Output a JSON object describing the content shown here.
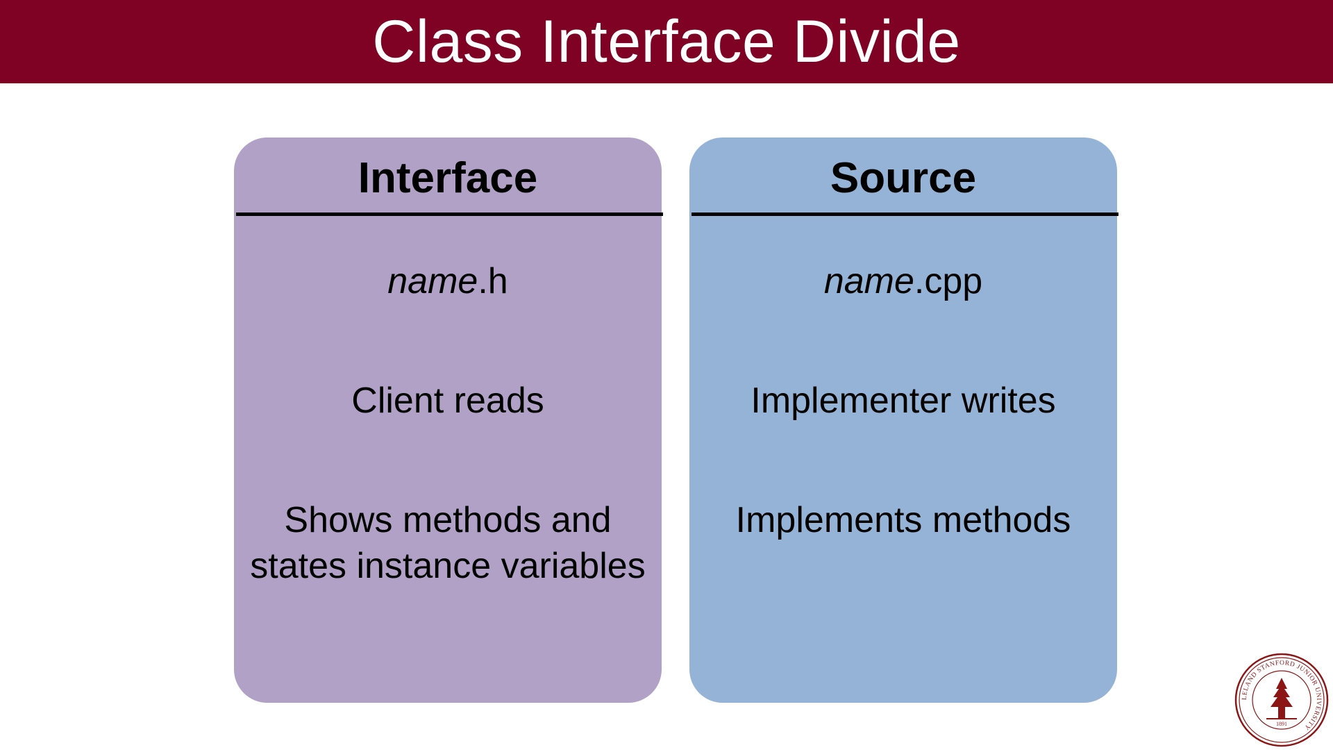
{
  "slide": {
    "title": "Class Interface Divide"
  },
  "panels": [
    {
      "heading": "Interface",
      "filename_stem": "name",
      "filename_ext": ".h",
      "lines": [
        "Client reads",
        "Shows methods and states instance variables"
      ],
      "color": "#b1a1c7"
    },
    {
      "heading": "Source",
      "filename_stem": "name",
      "filename_ext": ".cpp",
      "lines": [
        "Implementer writes",
        "Implements methods"
      ],
      "color": "#95b3d7"
    }
  ],
  "seal": {
    "text": "LELAND STANFORD JUNIOR UNIVERSITY",
    "year": "1891",
    "color": "#8c1515"
  },
  "colors": {
    "title_bar": "#7f0124",
    "title_text": "#ffffff"
  }
}
